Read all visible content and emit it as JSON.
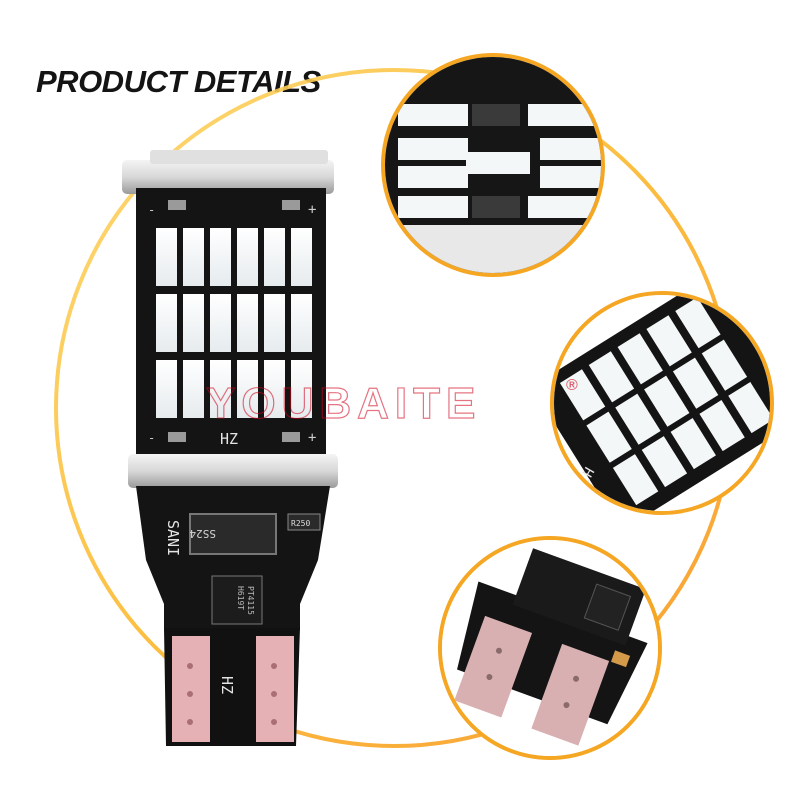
{
  "heading": "PRODUCT DETAILS",
  "watermark": {
    "brand": "YOUBAITE",
    "mark": "®"
  },
  "bulb_labels": {
    "minus_left": "-",
    "plus_right": "+",
    "hz_top": "HZ",
    "hz_base": "HZ",
    "sani": "SANI",
    "diode": "SS24",
    "resistor": "R250",
    "chip_line1": "PT4115",
    "chip_line2": "H619T"
  },
  "zoom_labels": {
    "hz_rotated": "HZ"
  },
  "colors": {
    "ring": "#fbb72b",
    "pcb": "#111111",
    "led": "#f4f7f8",
    "watermark": "#d0021b"
  }
}
